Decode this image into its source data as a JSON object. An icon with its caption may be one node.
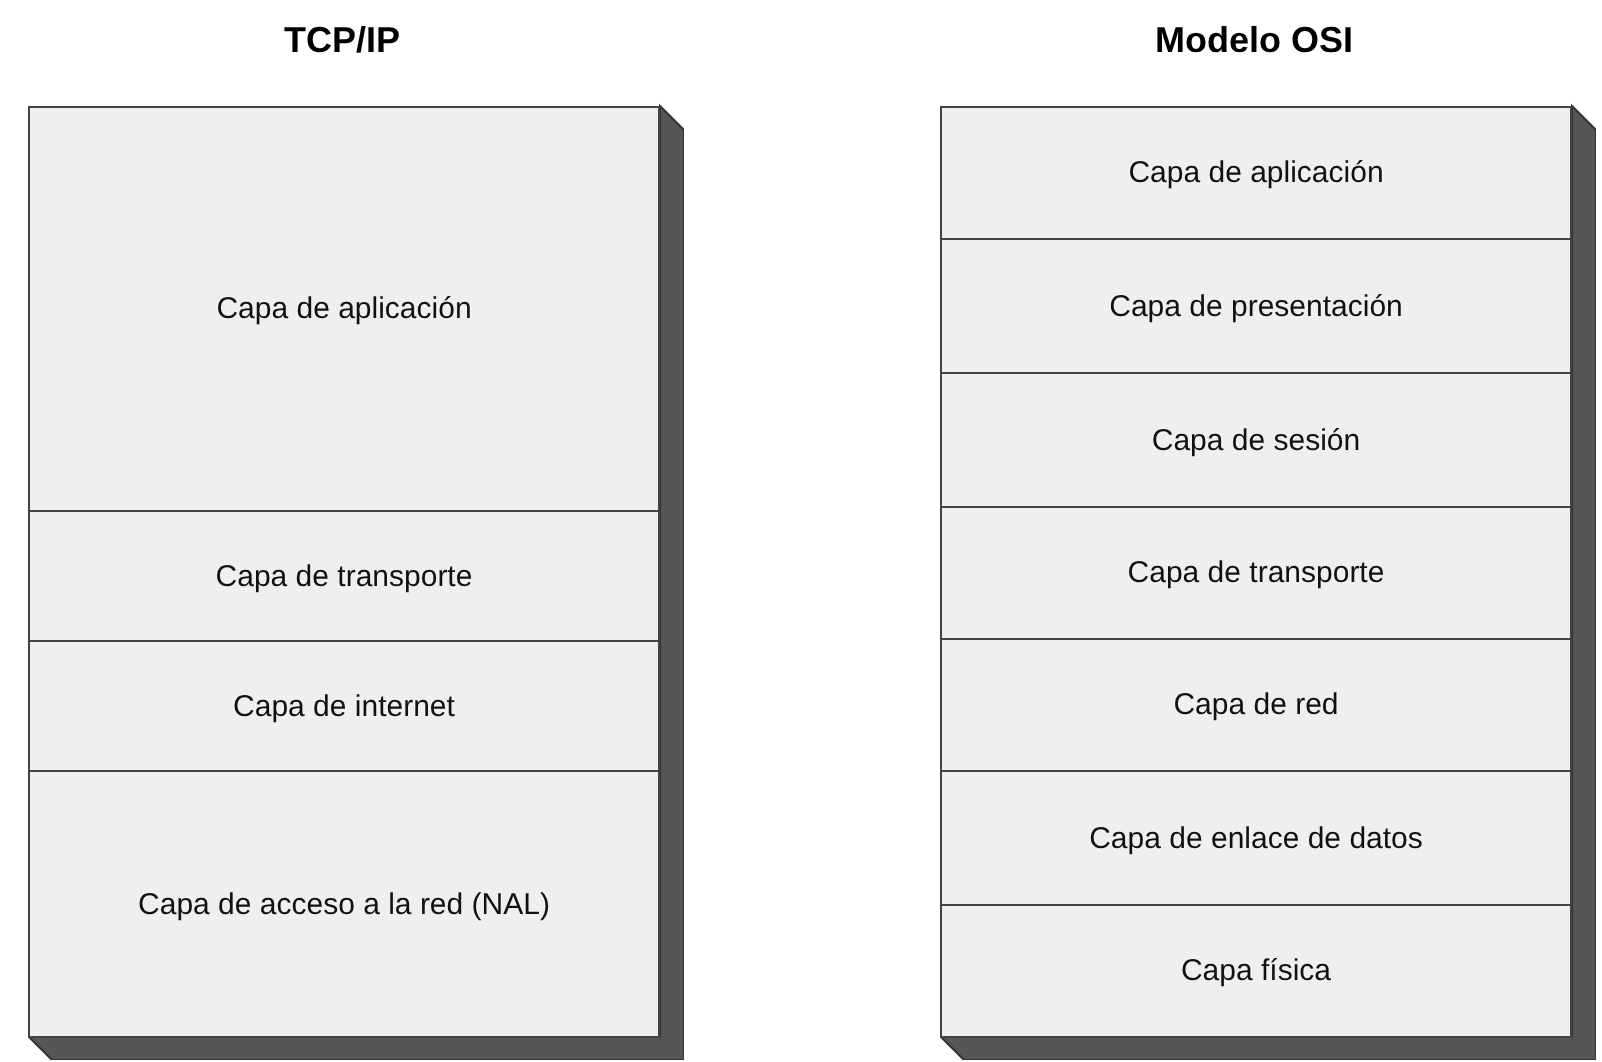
{
  "diagram": {
    "nodes": [
      {
        "text": [
          "TCP/IP"
        ]
      },
      {
        "text": [
          "Capa de aplicación"
        ],
        "in": 0
      },
      {
        "text": [
          "Capa de transporte"
        ],
        "in": 0
      },
      {
        "text": [
          "Capa de internet"
        ],
        "in": 0
      },
      {
        "text": [
          "Capa de acceso a la red (NAL)"
        ],
        "in": 0
      },
      {
        "text": [
          "Modelo OSI"
        ]
      },
      {
        "text": [
          "Capa de aplicación"
        ],
        "in": 5
      },
      {
        "text": [
          "Capa de presentación"
        ],
        "in": 5
      },
      {
        "text": [
          "Capa de sesión"
        ],
        "in": 5
      },
      {
        "text": [
          "Capa de transporte"
        ],
        "in": 5
      },
      {
        "text": [
          "Capa de red"
        ],
        "in": 5
      },
      {
        "text": [
          "Capa de enlace de datos"
        ],
        "in": 5
      },
      {
        "text": [
          "Capa física"
        ],
        "in": 5
      }
    ]
  }
}
